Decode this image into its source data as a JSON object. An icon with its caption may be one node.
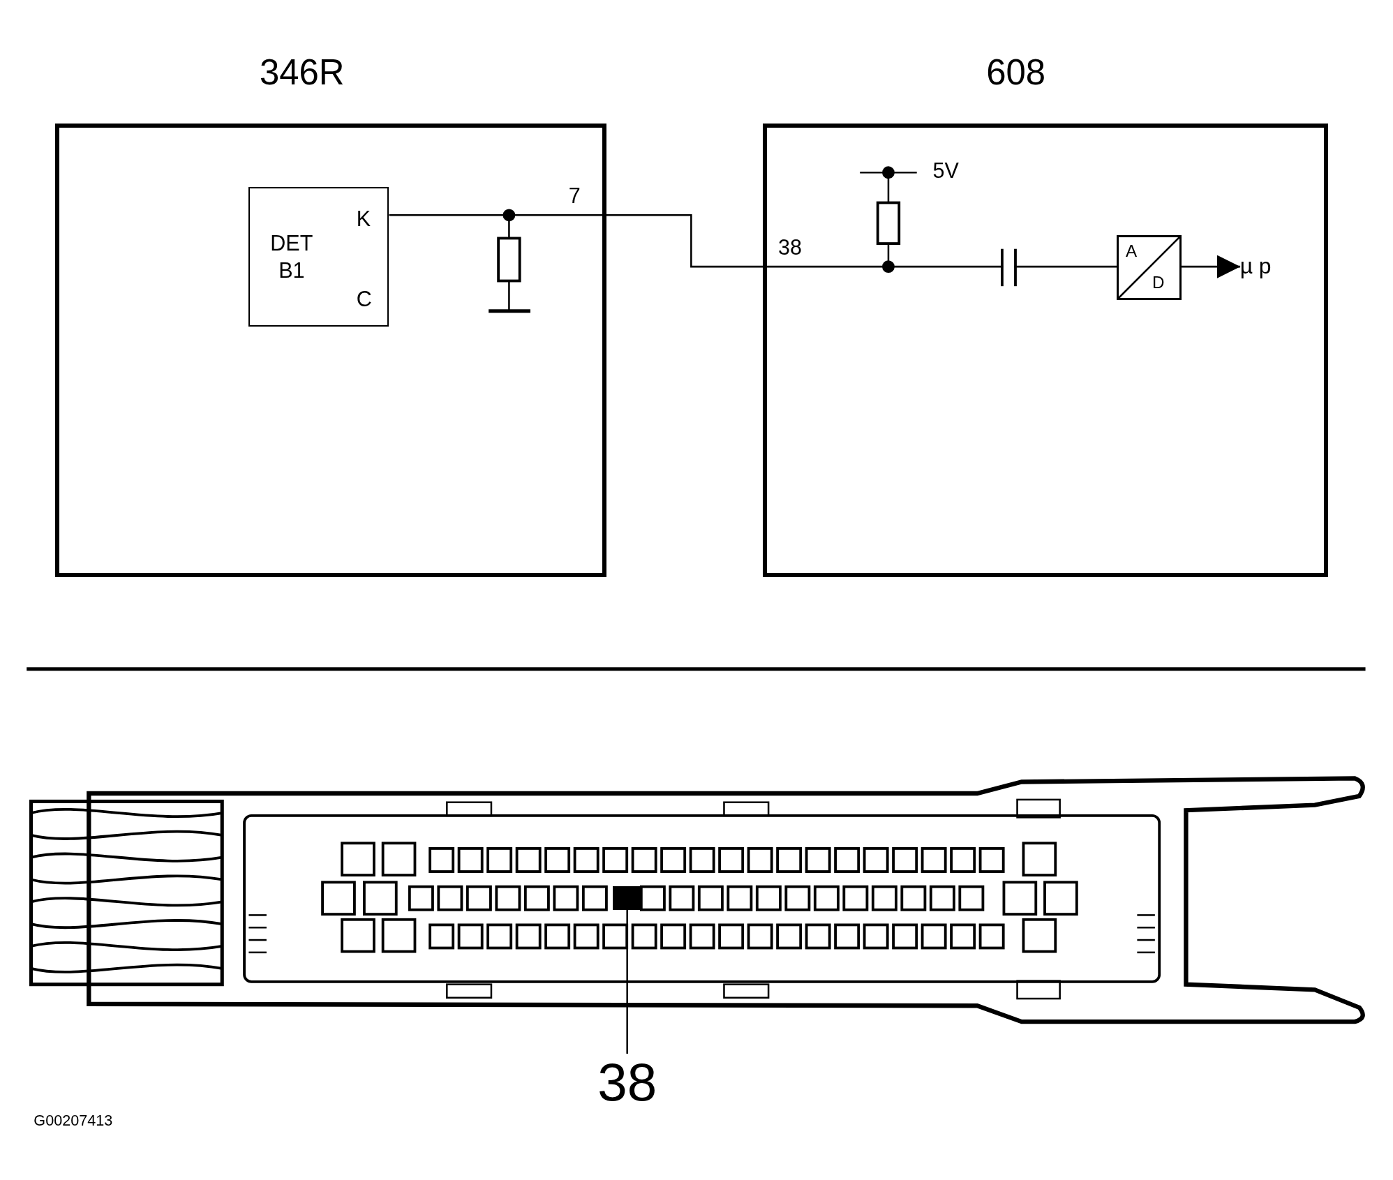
{
  "diagram": {
    "nodes": [
      {
        "text": [
          "346R"
        ]
      },
      {
        "text": [
          "608"
        ]
      },
      {
        "text": [
          "DET B1",
          "K",
          "C"
        ],
        "in": 0
      },
      {
        "text": [
          "A",
          "D"
        ],
        "in": 1
      },
      {
        "text": [
          "µ p"
        ],
        "in": 1
      },
      {
        "text": [
          "38"
        ]
      },
      {
        "text": [],
        "shape": "box"
      }
    ],
    "edges": [
      {
        "from": 2,
        "to": 3,
        "arrow": "none"
      },
      {
        "from": 3,
        "to": 4,
        "arrow": "to"
      },
      {
        "from": 5,
        "to": 6,
        "arrow": "none"
      }
    ],
    "labels": [
      "7",
      "38",
      "5V",
      "G00207413"
    ]
  }
}
